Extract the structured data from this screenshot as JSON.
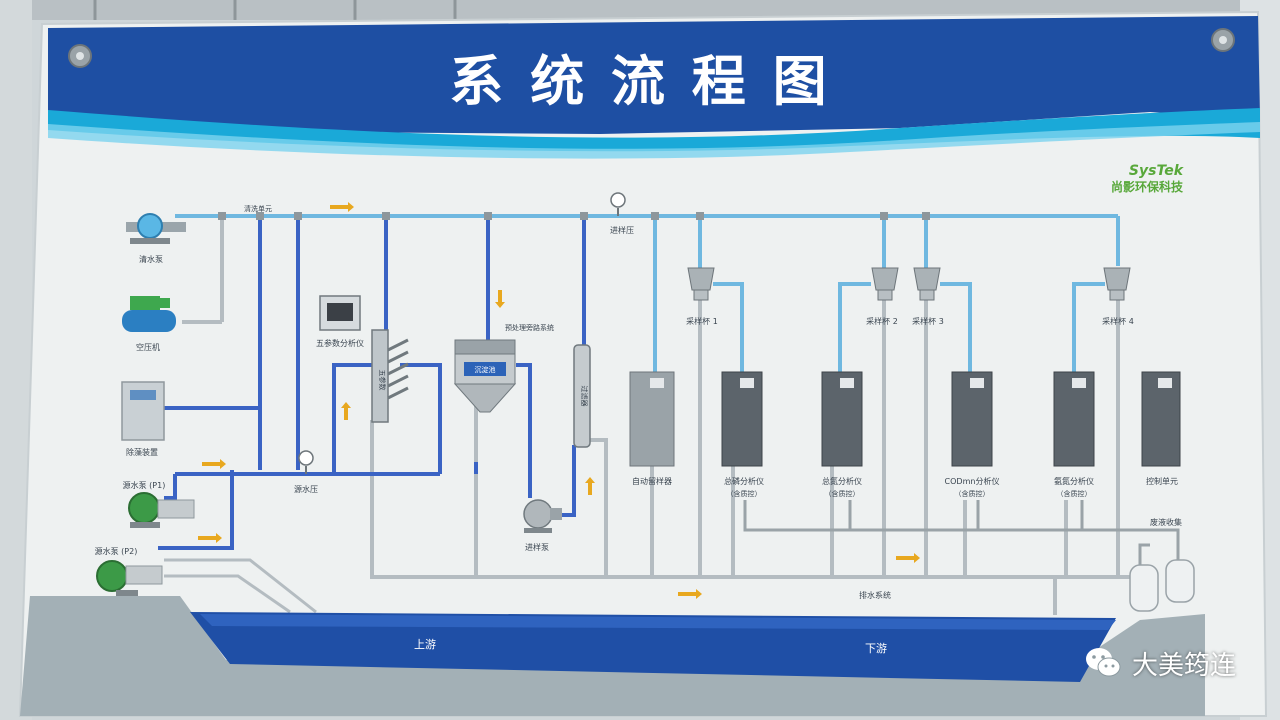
{
  "title": "系 统 流 程 图",
  "brand": {
    "name_en": "SysTek",
    "name_cn": "尚影环保科技"
  },
  "labels": {
    "qingshui_pump": "清水泵",
    "qingxi_unit": "清洗单元",
    "air_compressor": "空压机",
    "algae_removal": "除藻装置",
    "source_pump_p1": "源水泵 (P1)",
    "source_pump_p2": "源水泵 (P2)",
    "five_param": "五参数分析仪",
    "five_param_tank": "五参数",
    "source_pressure": "源水压",
    "settling": "沉淀池",
    "pretreat": "预处理旁路系统",
    "filter": "过滤器",
    "inlet_pressure": "进样压",
    "sample_pump": "进样泵",
    "sampling_cup_1": "采样杯 1",
    "sampling_cup_2": "采样杯 2",
    "sampling_cup_3": "采样杯 3",
    "sampling_cup_4": "采样杯 4",
    "auto_sampler": "自动留样器",
    "tp_analyzer": "总磷分析仪",
    "tn_analyzer": "总氮分析仪",
    "codmn_analyzer": "CODmn分析仪",
    "nh_analyzer": "氨氮分析仪",
    "qc": "（含质控）",
    "control_unit": "控制单元",
    "waste_collect": "废液收集",
    "drainage": "排水系统",
    "upstream": "上游",
    "downstream": "下游"
  },
  "watermark": {
    "text": "大美筠连",
    "icon": "wechat-icon"
  },
  "colors": {
    "banner": "#1e4fa3",
    "pipe_blue": "#3a63c4",
    "pipe_light": "#6fb8e0",
    "pipe_gray": "#b4bcc1",
    "river": "#1f4fa6",
    "brand_green": "#58a83a"
  }
}
